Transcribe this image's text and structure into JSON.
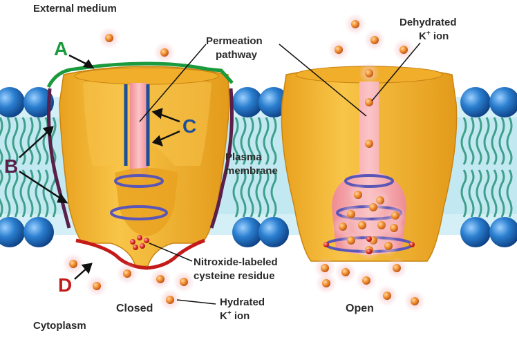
{
  "labels": {
    "external_medium": "External medium",
    "cytoplasm": "Cytoplasm",
    "permeation_line1": "Permeation",
    "permeation_line2": "pathway",
    "dehydrated_line1": "Dehydrated",
    "dehydrated_k": "K",
    "dehydrated_sup": "+",
    "dehydrated_ion": " ion",
    "plasma_line1": "Plasma",
    "plasma_line2": "membrane",
    "nitroxide_line1": "Nitroxide-labeled",
    "nitroxide_line2": "cysteine residue",
    "hydrated_line1": "Hydrated",
    "hydrated_k": "K",
    "hydrated_sup": "+",
    "hydrated_ion": " ion",
    "closed": "Closed",
    "open": "Open"
  },
  "letters": {
    "a": "A",
    "b": "B",
    "c": "C",
    "d": "D"
  },
  "colors": {
    "letter_a": "#1a9a3c",
    "letter_b": "#5a1f4a",
    "letter_c": "#1c4f9a",
    "letter_d": "#c41a1a",
    "channel_fill": "#f2b630",
    "pore_pink": "#f4a3a8",
    "lipid_head": "#1f6fc0",
    "membrane_band": "#c8ecf4"
  }
}
